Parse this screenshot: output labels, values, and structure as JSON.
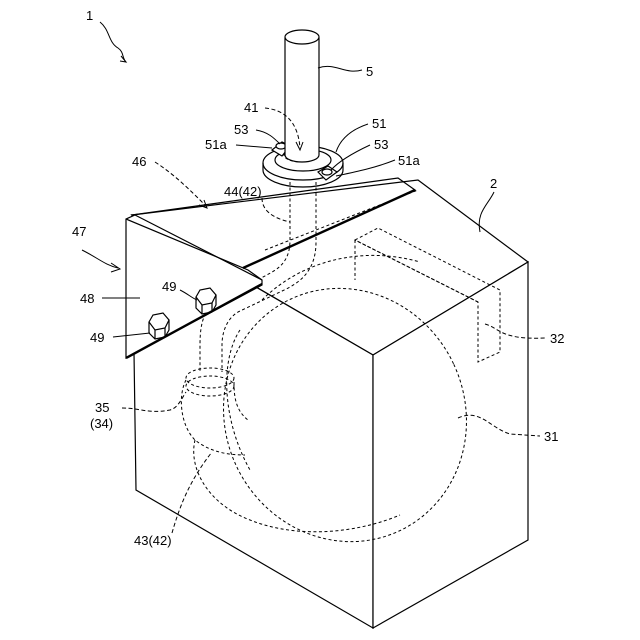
{
  "labels": {
    "l1": "1",
    "l5": "5",
    "l41": "41",
    "l53a": "53",
    "l51": "51",
    "l51a_left": "51a",
    "l53b": "53",
    "l51a_right": "51a",
    "l46": "46",
    "l44": "44(42)",
    "l2": "2",
    "l47": "47",
    "l48": "48",
    "l49a": "49",
    "l49b": "49",
    "l32": "32",
    "l35": "35",
    "l34": "(34)",
    "l31": "31",
    "l43": "43(42)"
  },
  "colors": {
    "ink": "#000000",
    "paper": "#ffffff"
  }
}
